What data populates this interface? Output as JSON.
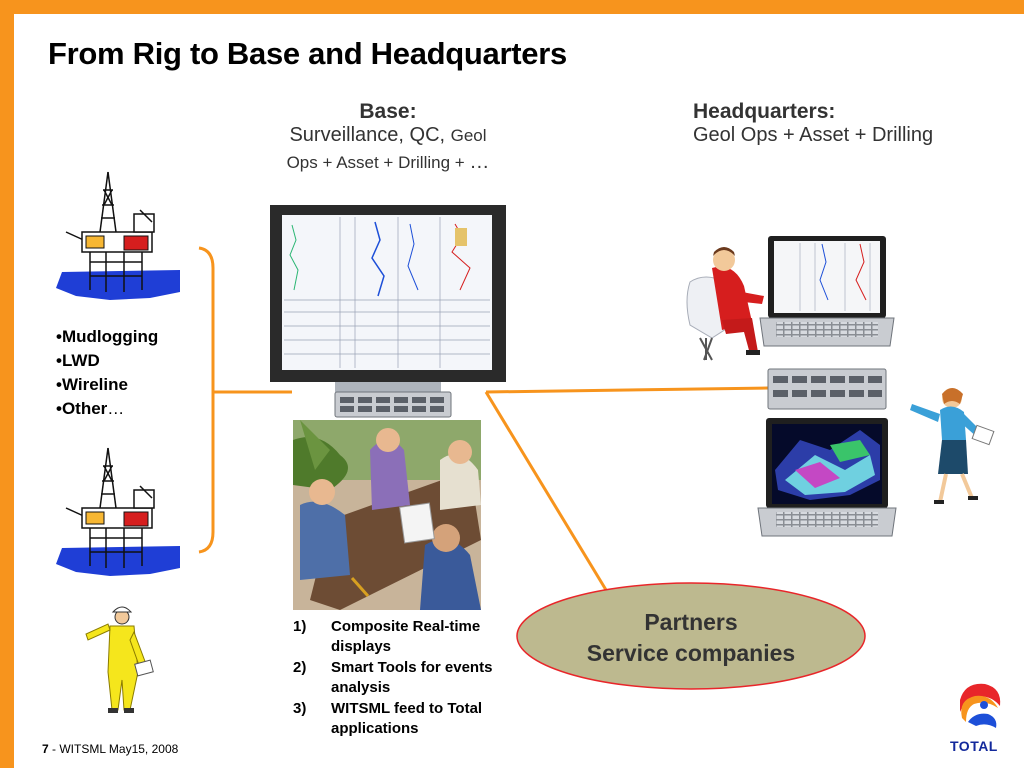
{
  "title": "From Rig to Base and Headquarters",
  "base": {
    "title": "Base:",
    "line1_prefix": "Surveillance, QC, ",
    "line1_suffix": "Geol",
    "line2_prefix": "Ops + Asset + Drilling + ",
    "line2_ellipsis": "…"
  },
  "headquarters": {
    "title": "Headquarters:",
    "line1": "Geol Ops + Asset + Drilling"
  },
  "rig_services": [
    {
      "bullet": "•",
      "label": "Mudlogging",
      "suffix": ""
    },
    {
      "bullet": "•",
      "label": "LWD",
      "suffix": ""
    },
    {
      "bullet": "•",
      "label": "Wireline",
      "suffix": ""
    },
    {
      "bullet": "•",
      "label": "Other",
      "suffix": "…"
    }
  ],
  "steps": [
    {
      "num": "1)",
      "text": "Composite Real-time displays"
    },
    {
      "num": "2)",
      "text": "Smart Tools for events analysis"
    },
    {
      "num": "3)",
      "text": "WITSML feed to Total applications"
    }
  ],
  "partners": {
    "line1": "Partners",
    "line2": "Service companies"
  },
  "footer": {
    "page": "7",
    "text": " - WITSML May15, 2008"
  },
  "brand": {
    "name": "TOTAL"
  },
  "colors": {
    "frame": "#f7941d",
    "connector": "#f7941d",
    "partners_fill": "#bdb98f",
    "partners_border": "#e8262a",
    "sea": "#1f3ed6"
  }
}
